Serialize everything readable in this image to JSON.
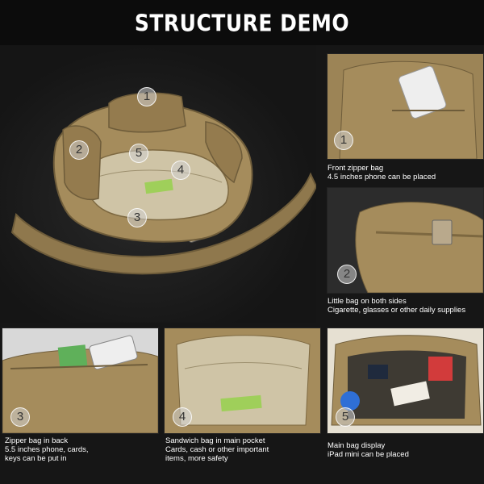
{
  "header": {
    "title": "STRUCTURE DEMO"
  },
  "markers": {
    "m1": "1",
    "m2": "2",
    "m3": "3",
    "m4": "4",
    "m5": "5"
  },
  "panels": {
    "front": {
      "number": "1",
      "line1": "Front zipper bag",
      "line2": "4.5 inches phone can be placed"
    },
    "side": {
      "number": "2",
      "line1": "Little bag on both sides",
      "line2": "Cigarette, glasses or other daily supplies"
    },
    "back": {
      "number": "3",
      "line1": "Zipper bag in back",
      "line2": "5.5 inches phone, cards,",
      "line3": "keys can be put in"
    },
    "sandwich": {
      "number": "4",
      "line1": "Sandwich bag in main pocket",
      "line2": "Cards, cash or other important",
      "line3": "items, more safety"
    },
    "main": {
      "number": "5",
      "line1": "Main bag display",
      "line2": "iPad mini can be placed"
    }
  },
  "colors": {
    "tan": "#a58c5c",
    "tan_dark": "#7d6840",
    "lining": "#cfc4a6",
    "background": "#161616"
  }
}
